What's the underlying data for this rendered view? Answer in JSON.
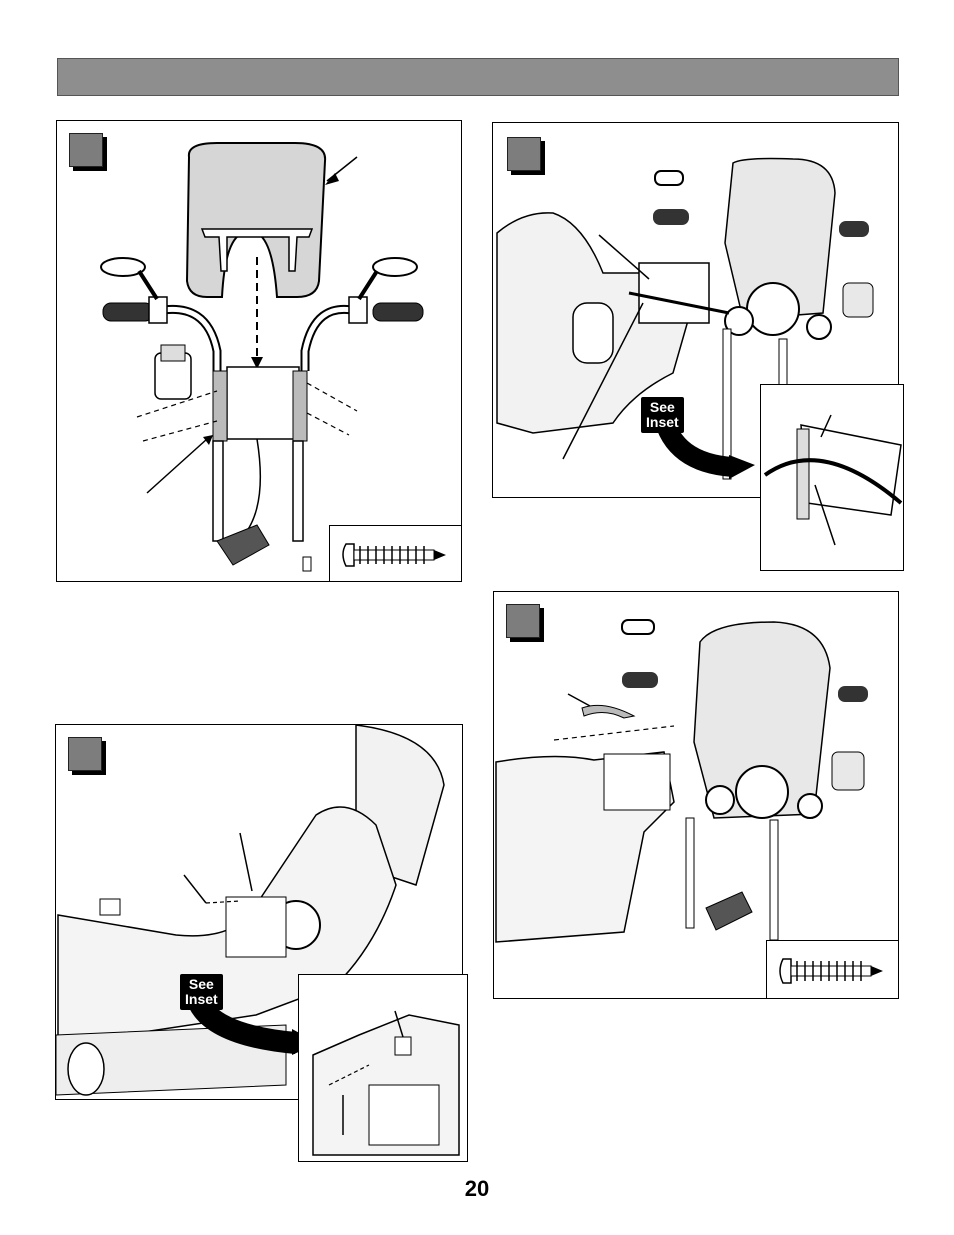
{
  "header": {
    "title": ""
  },
  "panels": [
    {
      "id": "top-left",
      "step_label": ""
    },
    {
      "id": "top-right",
      "step_label": "",
      "see_inset": [
        "See",
        "Inset"
      ]
    },
    {
      "id": "bottom-left",
      "step_label": "",
      "see_inset": [
        "See",
        "Inset"
      ]
    },
    {
      "id": "bottom-right",
      "step_label": ""
    }
  ],
  "page_number": "20",
  "colors": {
    "header_bar": "#8e8e8e",
    "step_box": "#7d7d7d",
    "windshield": "#d6d6d6",
    "ink": "#000000"
  },
  "icons": [
    "screw-icon",
    "arrow-icon",
    "windshield-icon",
    "handlebar-icon",
    "connector-icon"
  ]
}
